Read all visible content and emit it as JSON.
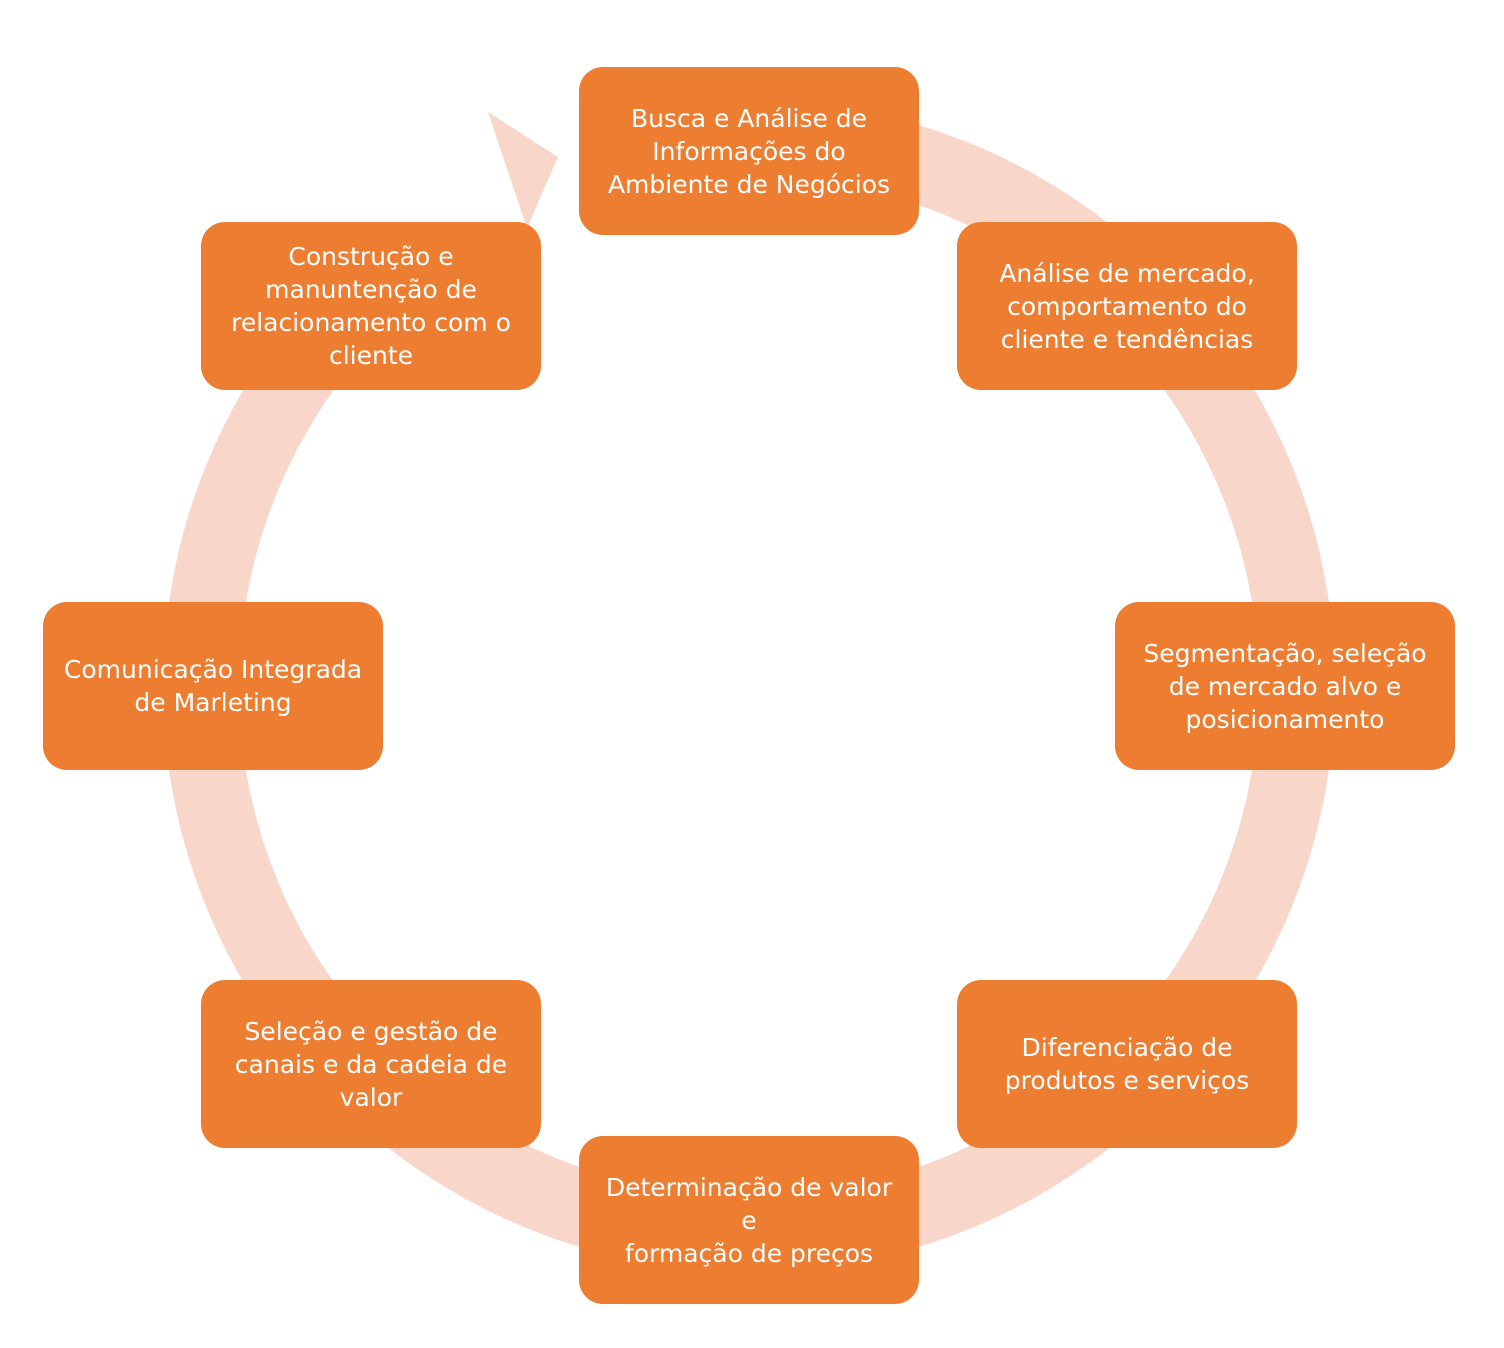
{
  "colors": {
    "node_fill": "#ED7D31",
    "node_text": "#FFFFFF",
    "ring": "#F8D7CA",
    "background": "#FFFFFF"
  },
  "cycle": {
    "direction": "clockwise",
    "nodes": [
      {
        "label": "Busca e Análise de\nInformações do\nAmbiente de Negócios"
      },
      {
        "label": "Análise de mercado,\ncomportamento do\ncliente e tendências"
      },
      {
        "label": "Segmentação,  seleção\nde mercado alvo e\nposicionamento"
      },
      {
        "label": "Diferenciação de\nprodutos e serviços"
      },
      {
        "label": "Determinação de valor e\nformação de preços"
      },
      {
        "label": "Seleção e gestão de\ncanais e da cadeia de\nvalor"
      },
      {
        "label": "Comunicação Integrada\nde Marleting"
      },
      {
        "label": "Construção e\nmanuntenção de\nrelacionamento com o\ncliente"
      }
    ]
  }
}
